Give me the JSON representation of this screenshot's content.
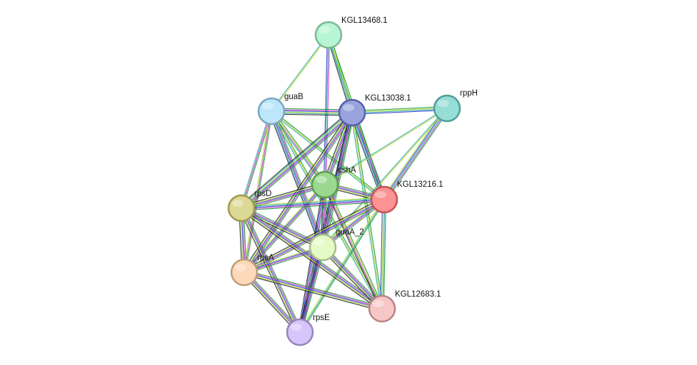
{
  "network": {
    "nodes": [
      {
        "id": "KGL13468.1",
        "label": "KGL13468.1",
        "fill": "#b8f5d4",
        "stroke": "#7ab896"
      },
      {
        "id": "guaB",
        "label": "guaB",
        "fill": "#bde6fb",
        "stroke": "#7aa6bf"
      },
      {
        "id": "KGL13038.1",
        "label": "KGL13038.1",
        "fill": "#98a3dd",
        "stroke": "#5560a8"
      },
      {
        "id": "rppH",
        "label": "rppH",
        "fill": "#96ddd6",
        "stroke": "#4f9f98"
      },
      {
        "id": "cshA",
        "label": "cshA",
        "fill": "#9ad98f",
        "stroke": "#5e9e54"
      },
      {
        "id": "KGL13216.1",
        "label": "KGL13216.1",
        "fill": "#fb9393",
        "stroke": "#c55252"
      },
      {
        "id": "rpsD",
        "label": "rpsD",
        "fill": "#dbd995",
        "stroke": "#9c9a55"
      },
      {
        "id": "guaA_2",
        "label": "guaA_2",
        "fill": "#e5fbc6",
        "stroke": "#a8bc8a"
      },
      {
        "id": "rpsA",
        "label": "rpsA",
        "fill": "#fcd9b8",
        "stroke": "#bf9c7a"
      },
      {
        "id": "KGL12683.1",
        "label": "KGL12683.1",
        "fill": "#f7c6c6",
        "stroke": "#b98585"
      },
      {
        "id": "rpsE",
        "label": "rpsE",
        "fill": "#d5c5fa",
        "stroke": "#9684bd"
      }
    ],
    "edges": [
      {
        "source": "KGL13468.1",
        "target": "guaB",
        "colors": [
          "#b3d932",
          "#2aa7a7"
        ]
      },
      {
        "source": "KGL13468.1",
        "target": "KGL13038.1",
        "colors": [
          "#1f9c3a",
          "#b3d932",
          "#2aa7a7",
          "#222222"
        ]
      },
      {
        "source": "KGL13468.1",
        "target": "cshA",
        "colors": [
          "#c33bc3",
          "#2aa7a7",
          "#2f3fcf"
        ]
      },
      {
        "source": "KGL13468.1",
        "target": "KGL13216.1",
        "colors": [
          "#1f9c3a",
          "#b3d932",
          "#2aa7a7"
        ]
      },
      {
        "source": "guaB",
        "target": "KGL13038.1",
        "colors": [
          "#1f9c3a",
          "#c33bc3",
          "#2f3fcf",
          "#b3d932",
          "#2aa7a7",
          "#222222"
        ]
      },
      {
        "source": "guaB",
        "target": "cshA",
        "colors": [
          "#1f9c3a",
          "#b3d932",
          "#c33bc3",
          "#2aa7a7"
        ]
      },
      {
        "source": "guaB",
        "target": "KGL13216.1",
        "colors": [
          "#1f9c3a",
          "#b3d932",
          "#2aa7a7"
        ]
      },
      {
        "source": "guaB",
        "target": "rpsD",
        "colors": [
          "#1f9c3a",
          "#c33bc3",
          "#2aa7a7"
        ]
      },
      {
        "source": "guaB",
        "target": "guaA_2",
        "colors": [
          "#1f9c3a",
          "#c33bc3",
          "#2f3fcf",
          "#2aa7a7",
          "#222222"
        ]
      },
      {
        "source": "guaB",
        "target": "rpsA",
        "colors": [
          "#1f9c3a",
          "#c33bc3",
          "#b3d932"
        ]
      },
      {
        "source": "guaB",
        "target": "KGL12683.1",
        "colors": [
          "#1f9c3a",
          "#b3d932",
          "#2aa7a7"
        ]
      },
      {
        "source": "KGL13038.1",
        "target": "rppH",
        "colors": [
          "#1f9c3a",
          "#b3d932",
          "#2aa7a7",
          "#2f3fcf"
        ]
      },
      {
        "source": "KGL13038.1",
        "target": "cshA",
        "colors": [
          "#1f9c3a",
          "#c33bc3",
          "#2f3fcf",
          "#b3d932",
          "#222222"
        ]
      },
      {
        "source": "KGL13038.1",
        "target": "KGL13216.1",
        "colors": [
          "#1f9c3a",
          "#c33bc3",
          "#2f3fcf",
          "#2aa7a7",
          "#222222"
        ]
      },
      {
        "source": "KGL13038.1",
        "target": "rpsD",
        "colors": [
          "#1f9c3a",
          "#c33bc3",
          "#2f3fcf",
          "#b3d932",
          "#2aa7a7",
          "#222222"
        ]
      },
      {
        "source": "KGL13038.1",
        "target": "guaA_2",
        "colors": [
          "#1f9c3a",
          "#c33bc3",
          "#2f3fcf",
          "#b3d932",
          "#222222"
        ]
      },
      {
        "source": "KGL13038.1",
        "target": "rpsA",
        "colors": [
          "#1f9c3a",
          "#c33bc3",
          "#2f3fcf",
          "#b3d932",
          "#222222"
        ]
      },
      {
        "source": "KGL13038.1",
        "target": "rpsE",
        "colors": [
          "#1f9c3a",
          "#c33bc3",
          "#2f3fcf",
          "#222222"
        ]
      },
      {
        "source": "KGL13038.1",
        "target": "KGL12683.1",
        "colors": [
          "#1f9c3a",
          "#b3d932",
          "#2aa7a7"
        ]
      },
      {
        "source": "rppH",
        "target": "cshA",
        "colors": [
          "#b3d932",
          "#2aa7a7"
        ]
      },
      {
        "source": "rppH",
        "target": "KGL13216.1",
        "colors": [
          "#1f9c3a",
          "#c33bc3",
          "#2aa7a7",
          "#2f3fcf",
          "#b3d932"
        ]
      },
      {
        "source": "rppH",
        "target": "guaA_2",
        "colors": [
          "#b3d932",
          "#2aa7a7"
        ]
      },
      {
        "source": "cshA",
        "target": "KGL13216.1",
        "colors": [
          "#1f9c3a",
          "#c33bc3",
          "#2f3fcf",
          "#b3d932",
          "#222222"
        ]
      },
      {
        "source": "cshA",
        "target": "rpsD",
        "colors": [
          "#1f9c3a",
          "#c33bc3",
          "#2f3fcf",
          "#b3d932",
          "#222222"
        ]
      },
      {
        "source": "cshA",
        "target": "guaA_2",
        "colors": [
          "#1f9c3a",
          "#c33bc3",
          "#2f3fcf",
          "#222222"
        ]
      },
      {
        "source": "cshA",
        "target": "rpsA",
        "colors": [
          "#1f9c3a",
          "#c33bc3",
          "#2f3fcf",
          "#b3d932"
        ]
      },
      {
        "source": "cshA",
        "target": "rpsE",
        "colors": [
          "#1f9c3a",
          "#c33bc3",
          "#2f3fcf",
          "#222222"
        ]
      },
      {
        "source": "cshA",
        "target": "KGL12683.1",
        "colors": [
          "#1f9c3a",
          "#b3d932",
          "#c33bc3",
          "#222222"
        ]
      },
      {
        "source": "KGL13216.1",
        "target": "rpsD",
        "colors": [
          "#1f9c3a",
          "#c33bc3",
          "#2f3fcf",
          "#2aa7a7",
          "#b3d932"
        ]
      },
      {
        "source": "KGL13216.1",
        "target": "guaA_2",
        "colors": [
          "#1f9c3a",
          "#c33bc3",
          "#2f3fcf",
          "#b3d932"
        ]
      },
      {
        "source": "KGL13216.1",
        "target": "rpsA",
        "colors": [
          "#1f9c3a",
          "#c33bc3",
          "#2f3fcf",
          "#b3d932",
          "#222222"
        ]
      },
      {
        "source": "KGL13216.1",
        "target": "rpsE",
        "colors": [
          "#1f9c3a",
          "#2aa7a7",
          "#b3d932"
        ]
      },
      {
        "source": "KGL13216.1",
        "target": "KGL12683.1",
        "colors": [
          "#1f9c3a",
          "#2aa7a7",
          "#b3d932",
          "#2f3fcf"
        ]
      },
      {
        "source": "rpsD",
        "target": "guaA_2",
        "colors": [
          "#1f9c3a",
          "#c33bc3",
          "#2f3fcf",
          "#b3d932",
          "#222222"
        ]
      },
      {
        "source": "rpsD",
        "target": "rpsA",
        "colors": [
          "#1f9c3a",
          "#c33bc3",
          "#2f3fcf",
          "#b3d932",
          "#222222"
        ]
      },
      {
        "source": "rpsD",
        "target": "rpsE",
        "colors": [
          "#1f9c3a",
          "#c33bc3",
          "#2f3fcf",
          "#b3d932",
          "#222222"
        ]
      },
      {
        "source": "rpsD",
        "target": "KGL12683.1",
        "colors": [
          "#1f9c3a",
          "#c33bc3",
          "#2f3fcf",
          "#b3d932",
          "#222222"
        ]
      },
      {
        "source": "guaA_2",
        "target": "rpsA",
        "colors": [
          "#1f9c3a",
          "#c33bc3",
          "#2f3fcf",
          "#b3d932"
        ]
      },
      {
        "source": "guaA_2",
        "target": "rpsE",
        "colors": [
          "#1f9c3a",
          "#c33bc3",
          "#2f3fcf",
          "#222222"
        ]
      },
      {
        "source": "guaA_2",
        "target": "KGL12683.1",
        "colors": [
          "#1f9c3a",
          "#c33bc3",
          "#2f3fcf",
          "#b3d932",
          "#222222"
        ]
      },
      {
        "source": "rpsA",
        "target": "rpsE",
        "colors": [
          "#1f9c3a",
          "#c33bc3",
          "#2f3fcf",
          "#b3d932",
          "#222222"
        ]
      },
      {
        "source": "rpsA",
        "target": "KGL12683.1",
        "colors": [
          "#1f9c3a",
          "#c33bc3",
          "#2f3fcf",
          "#b3d932",
          "#222222"
        ]
      }
    ]
  }
}
